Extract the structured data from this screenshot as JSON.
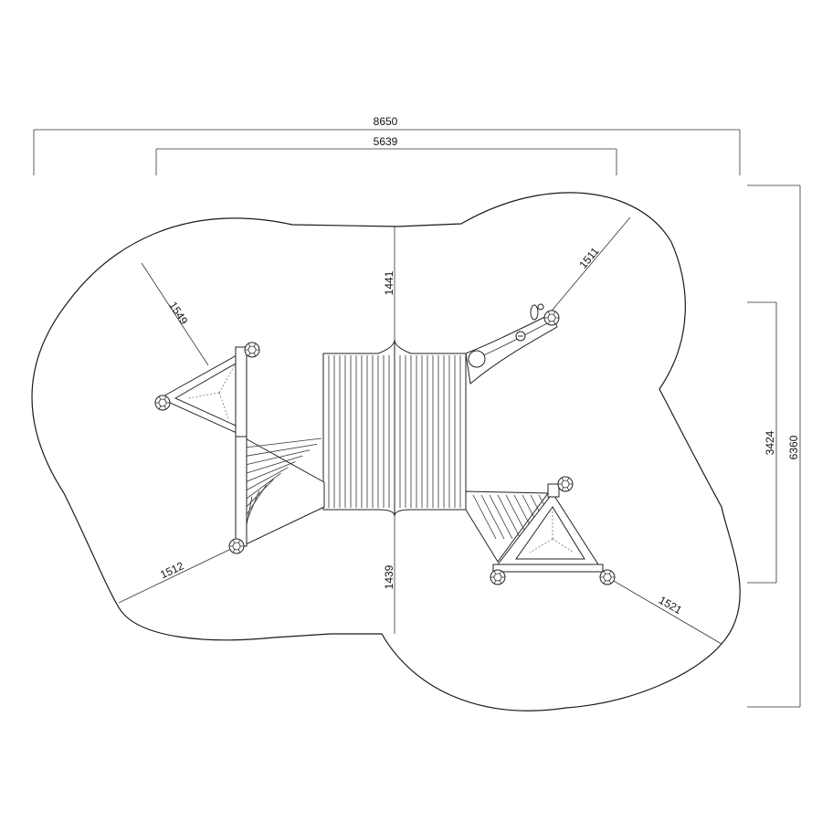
{
  "dimensions": {
    "overall_width": "8650",
    "inner_width": "5639",
    "overall_height": "6360",
    "inner_height": "3424",
    "center_top": "1441",
    "center_bottom": "1439",
    "upper_left_radius": "1549",
    "upper_right_radius": "1511",
    "lower_left_radius": "1512",
    "lower_right_radius": "1521"
  }
}
